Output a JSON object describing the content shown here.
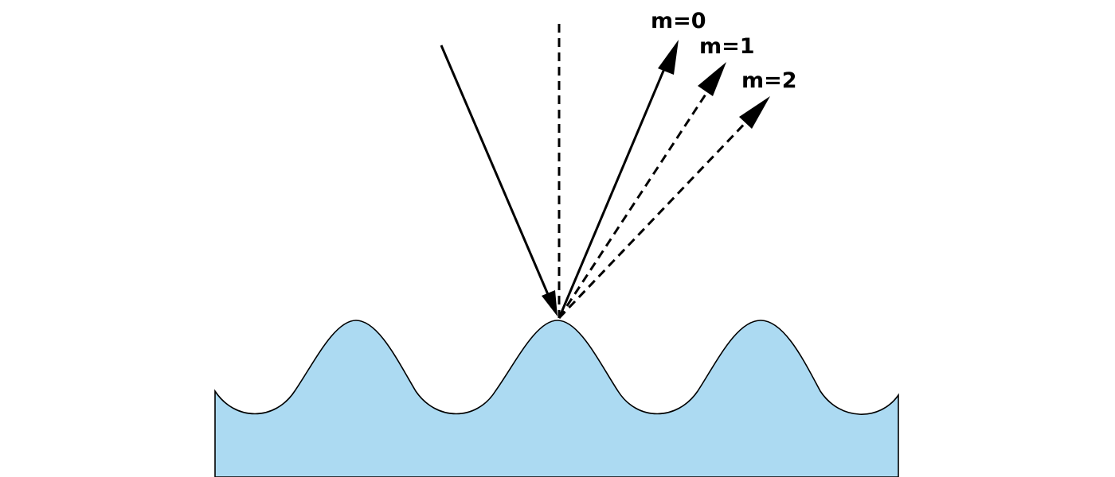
{
  "diagram": {
    "surface_fill": "#acdaf2",
    "line_color": "#000000",
    "labels": {
      "order0": "m=0",
      "order1": "m=1",
      "order2": "m=2"
    }
  }
}
